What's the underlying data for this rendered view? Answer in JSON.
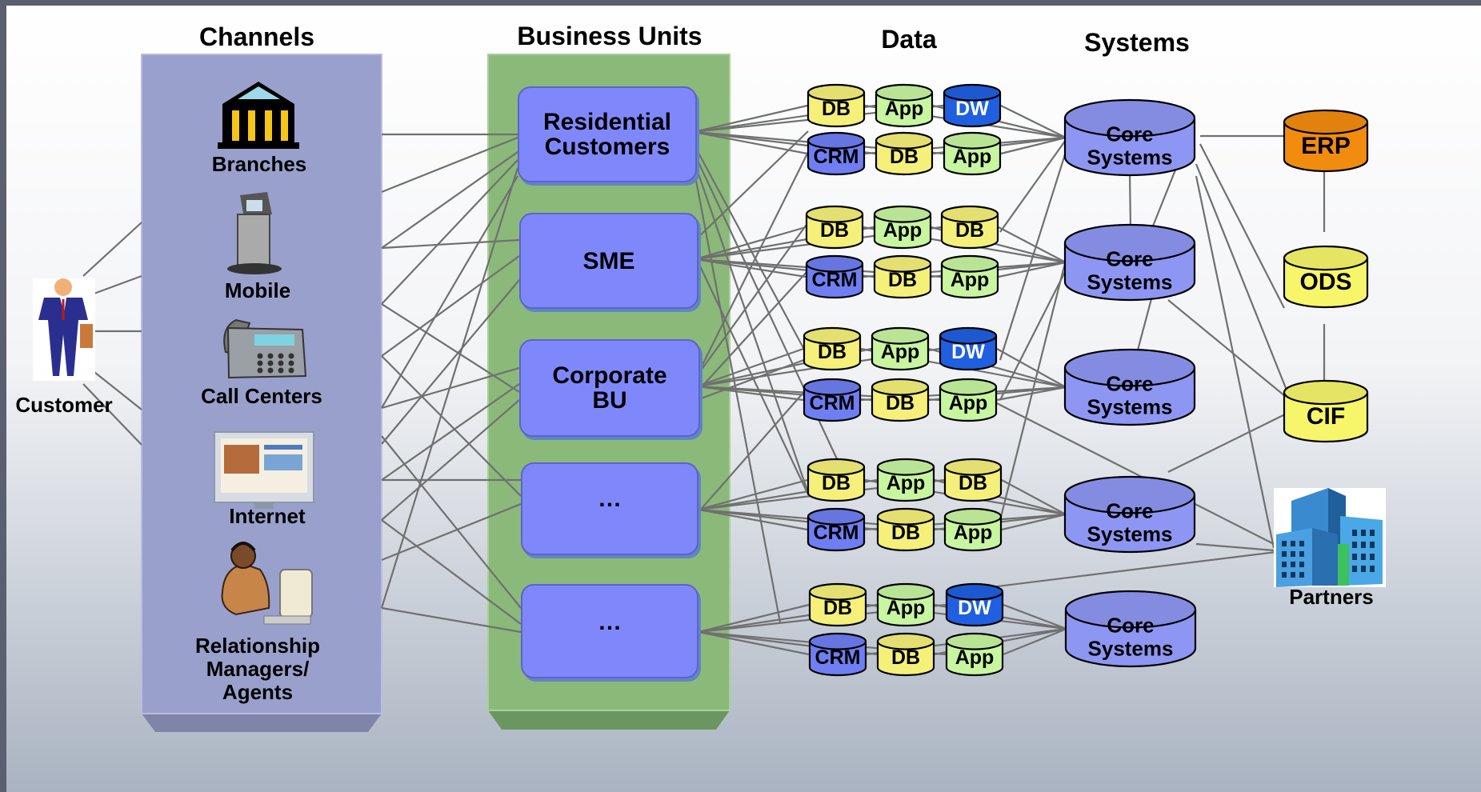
{
  "headers": {
    "channels": "Channels",
    "business_units": "Business Units",
    "data": "Data",
    "systems": "Systems"
  },
  "customer": {
    "label": "Customer",
    "icon": "businessman-icon"
  },
  "channels": [
    {
      "label": "Branches",
      "icon": "bank-building-icon"
    },
    {
      "label": "Mobile",
      "icon": "kiosk-terminal-icon"
    },
    {
      "label": "Call Centers",
      "icon": "telephone-icon"
    },
    {
      "label": "Internet",
      "icon": "computer-monitor-icon"
    },
    {
      "label": "Relationship\nManagers/\nAgents",
      "icon": "agent-at-computer-icon"
    }
  ],
  "business_units": [
    {
      "label": "Residential\nCustomers"
    },
    {
      "label": "SME"
    },
    {
      "label": "Corporate\nBU"
    },
    {
      "label": "…"
    },
    {
      "label": "…"
    }
  ],
  "data_groups": [
    {
      "top": [
        "DB",
        "App",
        "DW"
      ],
      "bottom": [
        "CRM",
        "DB",
        "App"
      ]
    },
    {
      "top": [
        "DB",
        "App",
        "DB"
      ],
      "bottom": [
        "CRM",
        "DB",
        "App"
      ]
    },
    {
      "top": [
        "DB",
        "App",
        "DW"
      ],
      "bottom": [
        "CRM",
        "DB",
        "App"
      ]
    },
    {
      "top": [
        "DB",
        "App",
        "DB"
      ],
      "bottom": [
        "CRM",
        "DB",
        "App"
      ]
    },
    {
      "top": [
        "DB",
        "App",
        "DW"
      ],
      "bottom": [
        "CRM",
        "DB",
        "App"
      ]
    }
  ],
  "core_systems": [
    "Core\nSystems",
    "Core\nSystems",
    "Core\nSystems",
    "Core\nSystems",
    "Core\nSystems"
  ],
  "enterprise": [
    "ERP",
    "ODS",
    "CIF"
  ],
  "partners": {
    "label": "Partners",
    "icon": "office-buildings-icon"
  },
  "colors": {
    "DB": "#f5f07a",
    "App": "#c8f5a0",
    "DW": "#1f5fe0",
    "CRM": "#6f7ef2",
    "core": "#8e96f3",
    "ERP": "#f28c0f",
    "ODS": "#f7f56a",
    "CIF": "#f7f56a",
    "channels_panel": "#9aa0cc",
    "bu_panel": "#8bb97a",
    "bu_box": "#7f88fb",
    "line": "#707070"
  }
}
